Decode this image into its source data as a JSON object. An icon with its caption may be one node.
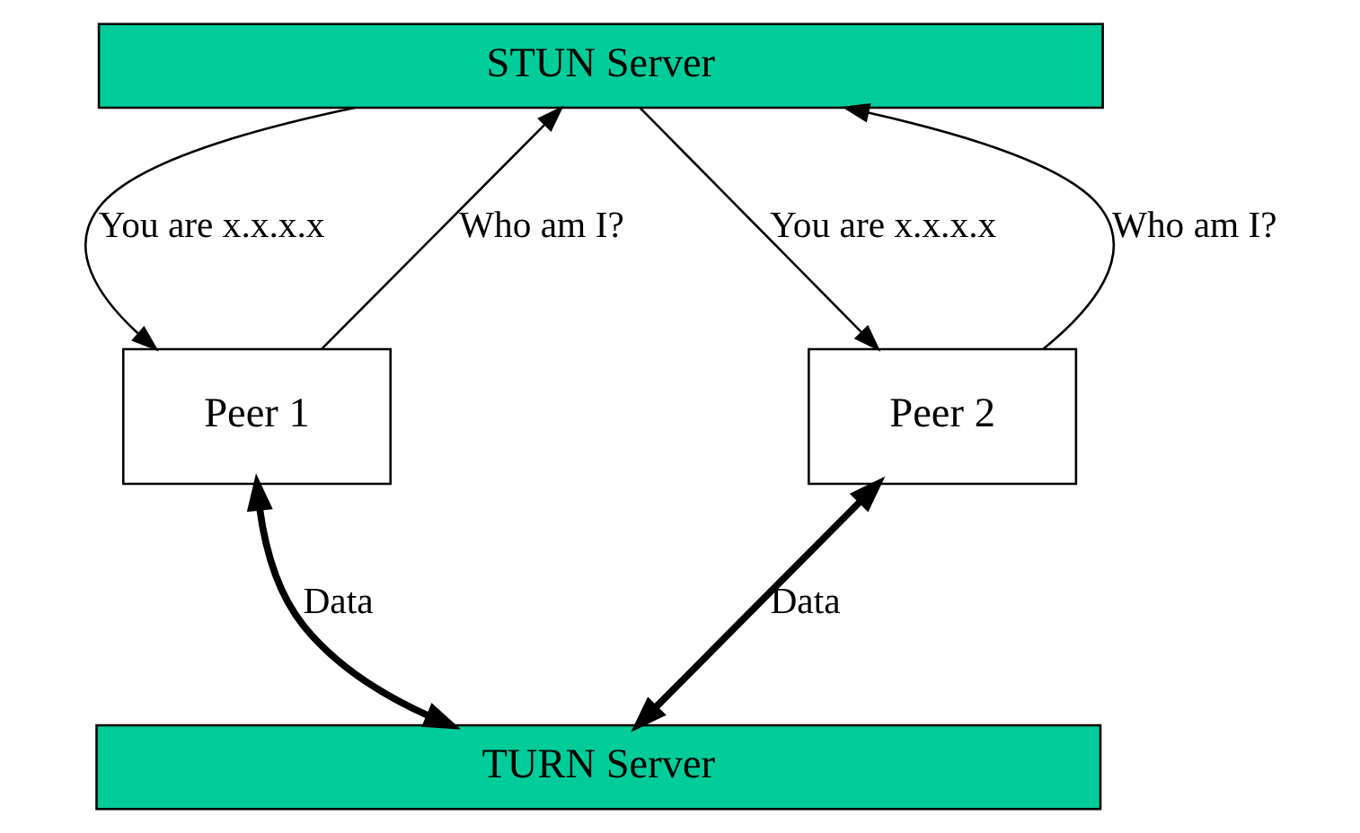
{
  "diagram": {
    "nodes": [
      {
        "text": [
          "STUN Server"
        ]
      },
      {
        "text": [
          "Peer 1"
        ]
      },
      {
        "text": [
          "Peer 2"
        ]
      },
      {
        "text": [
          "TURN Server"
        ]
      }
    ],
    "edges": [
      {
        "from": 1,
        "to": 0,
        "arrow": "to",
        "label": "Who am I?"
      },
      {
        "from": 0,
        "to": 1,
        "arrow": "to",
        "label": "You are x.x.x.x"
      },
      {
        "from": 0,
        "to": 2,
        "arrow": "to",
        "label": "You are x.x.x.x"
      },
      {
        "from": 2,
        "to": 0,
        "arrow": "to",
        "label": "Who am I?"
      },
      {
        "from": 1,
        "to": 3,
        "arrow": "both",
        "label": "Data",
        "style": "thick"
      },
      {
        "from": 2,
        "to": 3,
        "arrow": "both",
        "label": "Data",
        "style": "thick"
      }
    ]
  }
}
